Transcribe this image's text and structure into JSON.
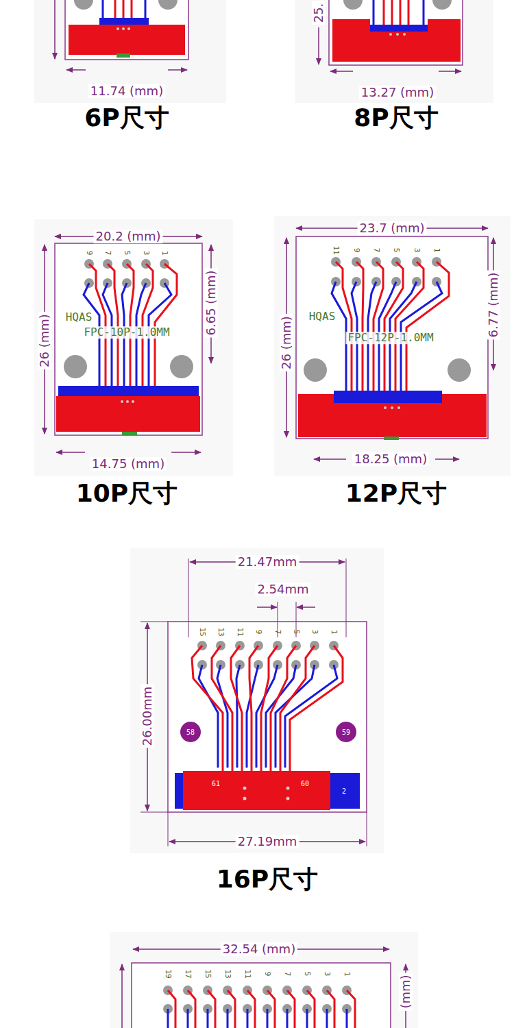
{
  "diagram": {
    "labels": [
      "11.74 (mm)",
      "6P尺寸",
      "25.",
      "13.27 (mm)",
      "8P尺寸",
      "20.2 (mm)",
      "9",
      "7",
      "5",
      "3",
      "1",
      "HQAS",
      "FPC-10P-1.0MM",
      "26 (mm)",
      "6.65 (mm)",
      "14.75 (mm)",
      "10P尺寸",
      "23.7 (mm)",
      "11",
      "9",
      "7",
      "5",
      "3",
      "1",
      "HQAS",
      "FPC-12P-1.0MM",
      "26 (mm)",
      "6.77 (mm)",
      "18.25 (mm)",
      "12P尺寸",
      "21.47mm",
      "2.54mm",
      "15",
      "13",
      "11",
      "9",
      "7",
      "5",
      "3",
      "1",
      "58",
      "59",
      "61",
      "60",
      "2",
      "26.00mm",
      "27.19mm",
      "16P尺寸",
      "32.54 (mm)",
      "19",
      "17",
      "15",
      "13",
      "11",
      "9",
      "7",
      "5",
      "3",
      "1",
      "(mm)"
    ]
  }
}
